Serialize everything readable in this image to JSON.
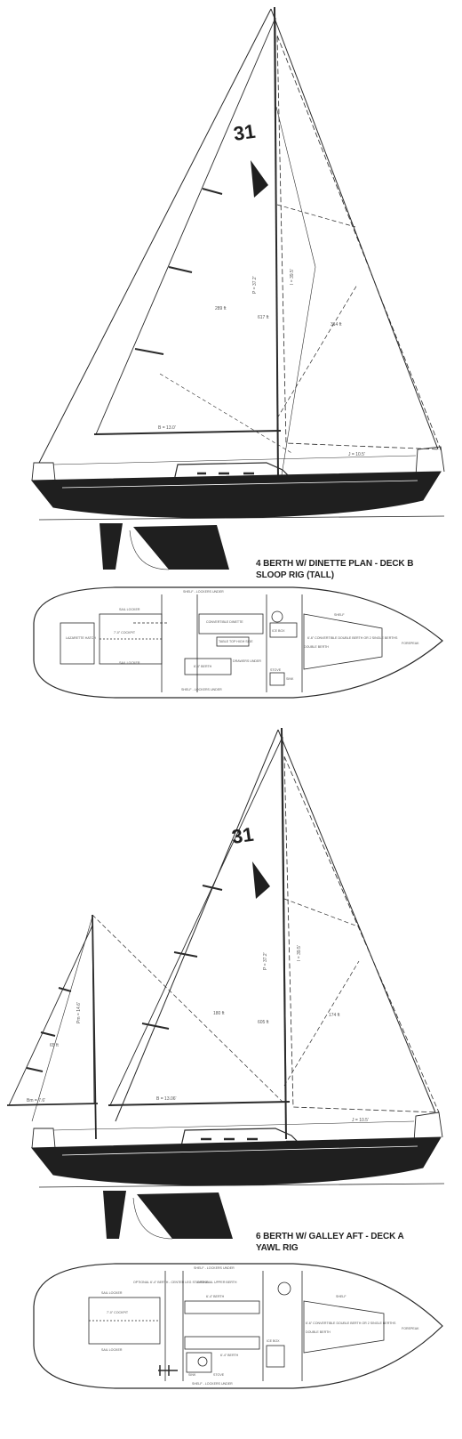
{
  "colors": {
    "ink": "#2a2a2a",
    "hull": "#1f1f1f",
    "paper": "#ffffff",
    "label": "#555555"
  },
  "sloop": {
    "sail_number": "31",
    "dims": {
      "boom": "B = 13.0'",
      "mast": "P = 37.2'",
      "forestay": "I = 39.5'",
      "base": "J = 10.5'"
    },
    "centers": {
      "main": "289 ft",
      "total": "617 ft",
      "fore": "314 ft"
    },
    "caption_line1": "4 BERTH W/ DINETTE PLAN - DECK B",
    "caption_line2": "SLOOP RIG (TALL)"
  },
  "plan_b": {
    "labels": {
      "shelf_top": "SHELF - LOCKERS UNDER",
      "shelf_bottom": "SHELF - LOCKERS UNDER",
      "hatch": "LAZARETTE HATCH",
      "sail_locker_top": "SAIL LOCKER",
      "sail_locker_bottom": "SAIL LOCKER",
      "cockpit": "7'-0\" COCKPIT",
      "dinette": "CONVERTIBLE DINETTE",
      "table": "TABLE TOP HIGH SIDE",
      "berth": "6'-4\" BERTH",
      "drawers": "DRAWERS UNDER",
      "double": "DOUBLE BERTH",
      "fore_note": "FOREPEAK",
      "shelf": "SHELF",
      "vberth": "6'-6\" CONVERTIBLE DOUBLE BERTH OR 2 SINGLE BERTHS",
      "ice": "ICE BOX",
      "sink": "SINK",
      "stove": "STOVE"
    }
  },
  "yawl": {
    "sail_number": "31",
    "dims": {
      "mizzen_boom": "Bm = 7.6'",
      "boom": "B = 13.06'",
      "mast": "P = 37.2'",
      "forestay": "I = 39.5'",
      "base": "J = 10.5'",
      "mizzen_mast": "Pm = 14.6'"
    },
    "centers": {
      "mizzen": "65 ft",
      "main": "180 ft",
      "total": "605 ft",
      "fore": "174 ft"
    },
    "caption_line1": "6 BERTH W/ GALLEY AFT -  DECK A",
    "caption_line2": "YAWL RIG"
  },
  "plan_a": {
    "labels": {
      "shelf_top": "SHELF - LOCKERS UNDER",
      "shelf_bottom": "SHELF - LOCKERS UNDER",
      "optional_berth": "OPTIONAL 6'-4\" BERTH - CENTER LEG STANDING",
      "optional_upper": "OPTIONAL UPPER BERTH",
      "sail_locker_top": "SAIL LOCKER",
      "sail_locker_bottom": "SAIL LOCKER",
      "cockpit": "7'-0\" COCKPIT",
      "berth_top": "6'-4\" BERTH",
      "berth_bottom": "6'-4\" BERTH",
      "double": "DOUBLE BERTH",
      "vberth": "6'-6\" CONVERTIBLE DOUBLE BERTH OR 2 SINGLE BERTHS",
      "fore_note": "FOREPEAK",
      "shelf": "SHELF",
      "ice": "ICE BOX",
      "sink": "SINK",
      "stove": "STOVE"
    }
  }
}
